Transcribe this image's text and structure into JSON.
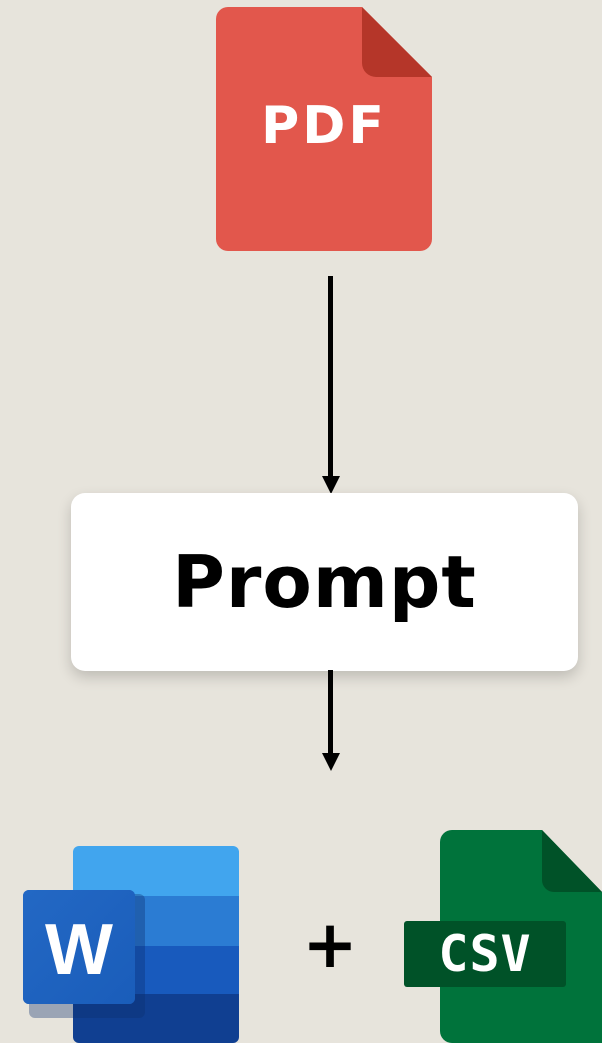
{
  "diagram": {
    "source": {
      "icon": "pdf-file-icon",
      "label": "PDF",
      "color": "#E2574C",
      "fold_color": "#B53629"
    },
    "process": {
      "label": "Prompt"
    },
    "outputs": [
      {
        "icon": "word-document-icon",
        "label": "W",
        "color": "#185ABD"
      },
      {
        "icon": "csv-file-icon",
        "label": "CSV",
        "color": "#00733B"
      }
    ],
    "connector": {
      "label": "+"
    }
  }
}
